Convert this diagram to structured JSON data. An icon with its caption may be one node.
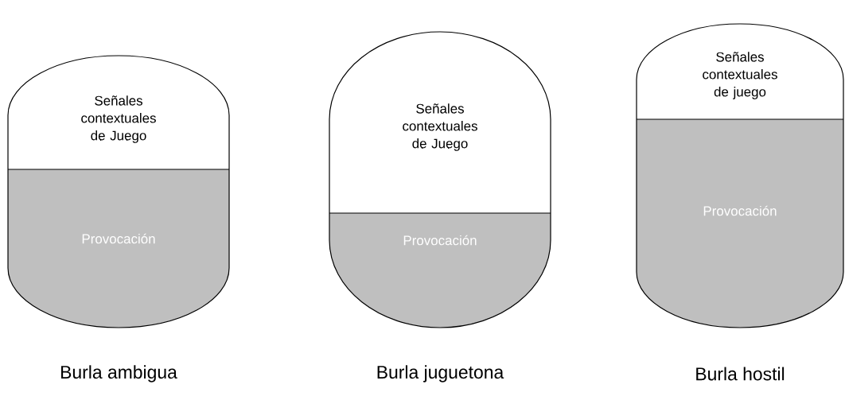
{
  "diagram": {
    "nodes": [
      {
        "text": [
          "Señales contextuales de Juego",
          "Provocación"
        ],
        "beside": [
          "Burla ambigua"
        ]
      },
      {
        "text": [
          "Señales contextuales de Juego",
          "Provocación"
        ],
        "beside": [
          "Burla juguetona"
        ]
      },
      {
        "text": [
          "Señales contextuales de juego",
          "Provocación"
        ],
        "beside": [
          "Burla hostil"
        ]
      }
    ]
  }
}
